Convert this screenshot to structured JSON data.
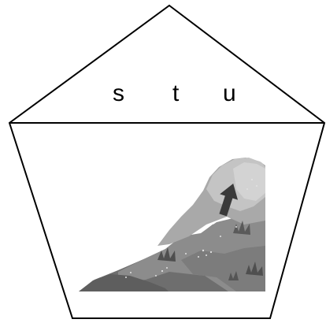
{
  "letters": [
    "s",
    "t",
    "u"
  ],
  "picture": {
    "icon": "mountain-icon",
    "description_icon": "arrow-up-icon"
  },
  "colors": {
    "stroke": "#000000",
    "background": "#ffffff"
  }
}
